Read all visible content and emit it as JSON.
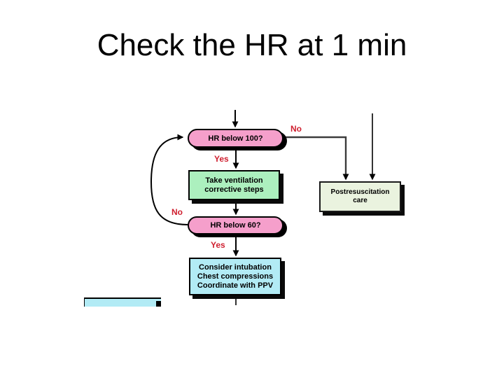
{
  "slide": {
    "title": "Check the HR at 1 min"
  },
  "colors": {
    "background": "#FFFFFF",
    "decision_fill": "#F59FCB",
    "ventilation_fill": "#ACF0BE",
    "postresus_fill": "#EAF3DF",
    "intubation_fill": "#B2EBF5",
    "edge_label_red": "#CF1F2F",
    "connector": "#000000",
    "text": "#000000"
  },
  "flowchart": {
    "decision_hr100": {
      "label": "HR below 100?"
    },
    "edge_hr100_no": {
      "label": "No"
    },
    "edge_hr100_yes": {
      "label": "Yes"
    },
    "action_ventilation": {
      "lines": [
        "Take ventilation",
        "corrective steps"
      ]
    },
    "action_postresus": {
      "lines": [
        "Postresuscitation",
        "care"
      ]
    },
    "decision_hr60": {
      "label": "HR below 60?"
    },
    "edge_hr60_no": {
      "label": "No"
    },
    "edge_hr60_yes": {
      "label": "Yes"
    },
    "action_intubation": {
      "lines": [
        "Consider intubation",
        "Chest compressions",
        "Coordinate with PPV"
      ]
    }
  }
}
